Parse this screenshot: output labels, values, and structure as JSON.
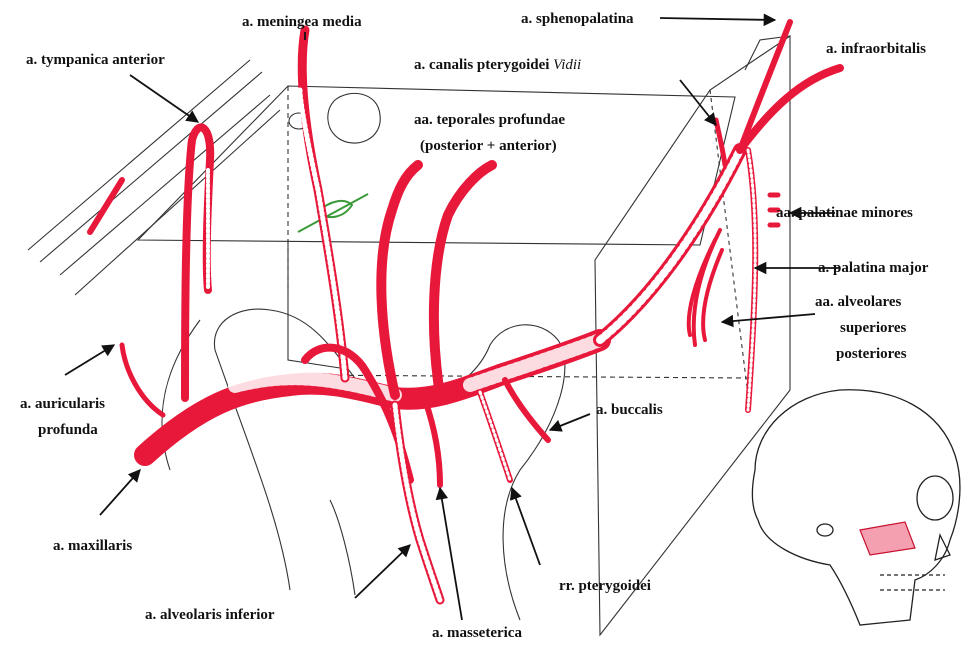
{
  "colors": {
    "artery": "#e8183a",
    "artery_dark": "#c9102e",
    "outline": "#333333",
    "label": "#111111",
    "nerve": "#3a9a3a",
    "background": "#ffffff"
  },
  "labels": {
    "sphenopalatina": "a. sphenopalatina",
    "meningea_media": "a. meningea media",
    "tympanica_anterior": "a. tympanica anterior",
    "infraorbitalis": "a. infraorbitalis",
    "canalis_pterygoidei": "a. canalis pterygoidei",
    "canalis_pterygoidei_italic": "Vidii",
    "temporales_line1": "aa. teporales profundae",
    "temporales_line2": "(posterior + anterior)",
    "palatinae_minores": "aa. palatinae minores",
    "palatina_major": "a. palatina major",
    "alveolares_line1": "aa. alveolares",
    "alveolares_line2": "superiores",
    "alveolares_line3": "posteriores",
    "auricularis_line1": "a. auricularis",
    "auricularis_line2": "profunda",
    "buccalis": "a. buccalis",
    "maxillaris": "a. maxillaris",
    "pterygoidei": "rr. pterygoidei",
    "alveolaris_inferior": "a. alveolaris inferior",
    "masseterica": "a. masseterica"
  }
}
